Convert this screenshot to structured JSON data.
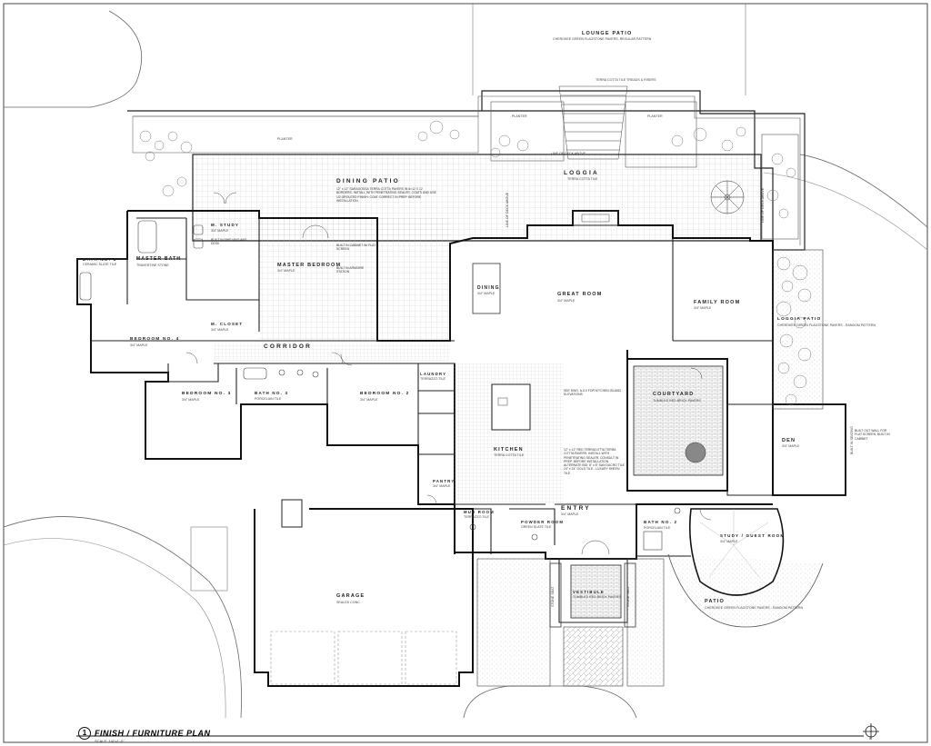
{
  "title": {
    "number": "1",
    "text": "FINISH / FURNITURE PLAN",
    "scale": "SCALE: 1/4\"=1'-0\""
  },
  "rooms": {
    "lounge_patio": {
      "name": "LOUNGE PATIO",
      "note": "CHEROKEE GREEN FLAGSTONE PAVERS, REGULAR PATTERN"
    },
    "stairs_note": "TERRA COTTA TILE TREADS & RISERS",
    "planter_left": "PLANTER",
    "planter_right": "PLANTER",
    "planter_top": "PLANTER",
    "line_of_deck": "LINE OF DECK ABOVE",
    "loggia": {
      "name": "LOGGIA",
      "finish": "TERRA COTTA TILE"
    },
    "dining_patio": {
      "name": "DINING PATIO",
      "note": "12\" x 12\" SARAGOSSA TERRA COTTA PAVERS IN 6×12 X 12 BORDERS. INSTALL WITH PENETRATING SEALER. COATS AND USE 1/2 GROUTED FINISH. COAT CORRECT IN PREP. BEFORE INSTALLATION."
    },
    "m_study": {
      "name": "M. STUDY",
      "finish": "3/4\" MAPLE"
    },
    "m_study_note": "BUILT IN SHELVING AND DESK",
    "master_bath": {
      "name": "MASTER BATH",
      "finish": "TRAVERTINE STONE"
    },
    "master_bedroom": {
      "name": "MASTER BEDROOM",
      "finish": "3/4\" MAPLE"
    },
    "built_in_cabinet_note": "BUILT IN CABINET W/ FLAT SCREEN",
    "built_in_armoire_note": "BUILT IN ARMOIRE STATION",
    "m_closet": {
      "name": "M. CLOSET",
      "finish": "3/4\" MAPLE"
    },
    "bath_4": {
      "name": "BATH NO. 4",
      "finish": "CERAMIC SLATE TILE"
    },
    "bedroom_4": {
      "name": "BEDROOM NO. 4",
      "finish": "3/4\" MAPLE"
    },
    "corridor": {
      "name": "CORRIDOR"
    },
    "dining": {
      "name": "DINING",
      "finish": "3/4\" MAPLE"
    },
    "great_room": {
      "name": "GREAT ROOM",
      "finish": "3/4\" MAPLE"
    },
    "family_room": {
      "name": "FAMILY ROOM",
      "finish": "3/4\" MAPLE"
    },
    "loggia_patio": {
      "name": "LOGGIA PATIO",
      "note": "CHEROKEE GREEN FLAGSTONE PAVERS - RANDOM PATTERN"
    },
    "bedroom_3": {
      "name": "BEDROOM NO. 3",
      "finish": "3/4\" MAPLE"
    },
    "bath_3": {
      "name": "BATH NO. 3",
      "finish": "PORCELAIN TILE"
    },
    "bedroom_2": {
      "name": "BEDROOM NO. 2",
      "finish": "3/4\" MAPLE"
    },
    "laundry": {
      "name": "LAUNDRY",
      "finish": "TERRAZZO TILE"
    },
    "kitchen_note": "SEE DWG. A-5.0 FOR KITCHEN ISLAND ELEVATIONS",
    "courtyard": {
      "name": "COURTYARD",
      "finish": "TUMBLED RED BRICK PAVERS"
    },
    "kitchen": {
      "name": "KITCHEN",
      "finish": "TERRA COTTA TILE"
    },
    "kitchen_tile_note": "12\" x 12\" RED TERRACOTTA TERRA COTTA PAVERS. INSTALL WITH PENETRATING SEALER. CONSULT IN PREP. BEFORE INSTALLATION. ALTERNATE BID: 8\" x 8\" SAN DACRO TILE 24\" x 24\" GOLD TILE - LUXURY SHEEN TILE",
    "den": {
      "name": "DEN",
      "finish": "3/4\" MAPLE"
    },
    "den_note": "BUILT OUT WALL FOR FLAT SCREEN, BUILT IN CABINET",
    "built_in_seating": "BUILT IN SEATING",
    "pantry": {
      "name": "PANTRY",
      "finish": "3/4\" MAPLE"
    },
    "mud_room": {
      "name": "MUD ROOM",
      "finish": "TERRAZZO TILE"
    },
    "powder_room": {
      "name": "POWDER ROOM",
      "finish": "GREEN SLATE TILE"
    },
    "entry": {
      "name": "ENTRY",
      "finish": "3/4\" MAPLE"
    },
    "bath_2": {
      "name": "BATH NO. 2",
      "finish": "PORCELAIN TILE"
    },
    "study_guest": {
      "name": "STUDY / GUEST ROOM",
      "finish": "3/4\" MAPLE"
    },
    "garage": {
      "name": "GARAGE",
      "finish": "SEALED CONC."
    },
    "vestibule": {
      "name": "VESTIBULE",
      "finish": "TUMBLED RED BRICK PAVERS"
    },
    "stone_seat": "STONE SEAT",
    "patio": {
      "name": "PATIO",
      "note": "CHEROKEE GREEN FLAGSTONE PAVERS - RANDOM PATTERN"
    }
  },
  "north_arrow": "N"
}
